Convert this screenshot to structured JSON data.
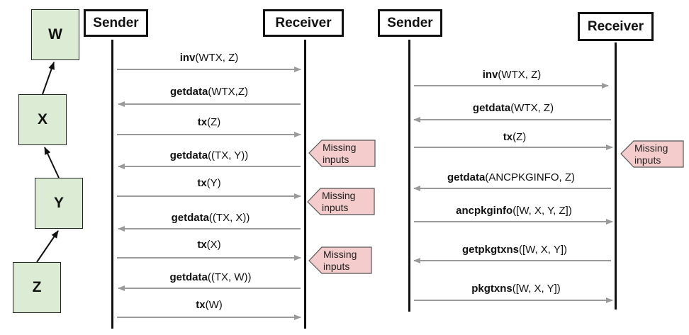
{
  "tx_boxes": [
    "W",
    "X",
    "Y",
    "Z"
  ],
  "left_diagram": {
    "sender": "Sender",
    "receiver": "Receiver",
    "messages": [
      {
        "cmd": "inv",
        "args": "(WTX, Z)"
      },
      {
        "cmd": "getdata",
        "args": "(WTX,Z)"
      },
      {
        "cmd": "tx",
        "args": "(Z)"
      },
      {
        "cmd": "getdata",
        "args": "((TX, Y))"
      },
      {
        "cmd": "tx",
        "args": "(Y)"
      },
      {
        "cmd": "getdata",
        "args": "((TX, X))"
      },
      {
        "cmd": "tx",
        "args": "(X)"
      },
      {
        "cmd": "getdata",
        "args": "((TX, W))"
      },
      {
        "cmd": "tx",
        "args": "(W)"
      }
    ],
    "notes": [
      {
        "line1": "Missing",
        "line2": "inputs"
      },
      {
        "line1": "Missing",
        "line2": "inputs"
      },
      {
        "line1": "Missing",
        "line2": "inputs"
      }
    ]
  },
  "right_diagram": {
    "sender": "Sender",
    "receiver": "Receiver",
    "messages": [
      {
        "cmd": "inv",
        "args": "(WTX, Z)"
      },
      {
        "cmd": "getdata",
        "args": "(WTX, Z)"
      },
      {
        "cmd": "tx",
        "args": "(Z)"
      },
      {
        "cmd": "getdata",
        "args": "(ANCPKGINFO, Z)"
      },
      {
        "cmd": "ancpkginfo",
        "args": "([W, X, Y, Z])"
      },
      {
        "cmd": "getpkgtxns",
        "args": "([W, X, Y])"
      },
      {
        "cmd": "pkgtxns",
        "args": "([W, X, Y])"
      }
    ],
    "notes": [
      {
        "line1": "Missing",
        "line2": "inputs"
      }
    ]
  },
  "colors": {
    "box_fill": "#dcebd4",
    "note_fill": "#f4cccc",
    "arrow": "#9a9a9a",
    "line": "#111111"
  }
}
